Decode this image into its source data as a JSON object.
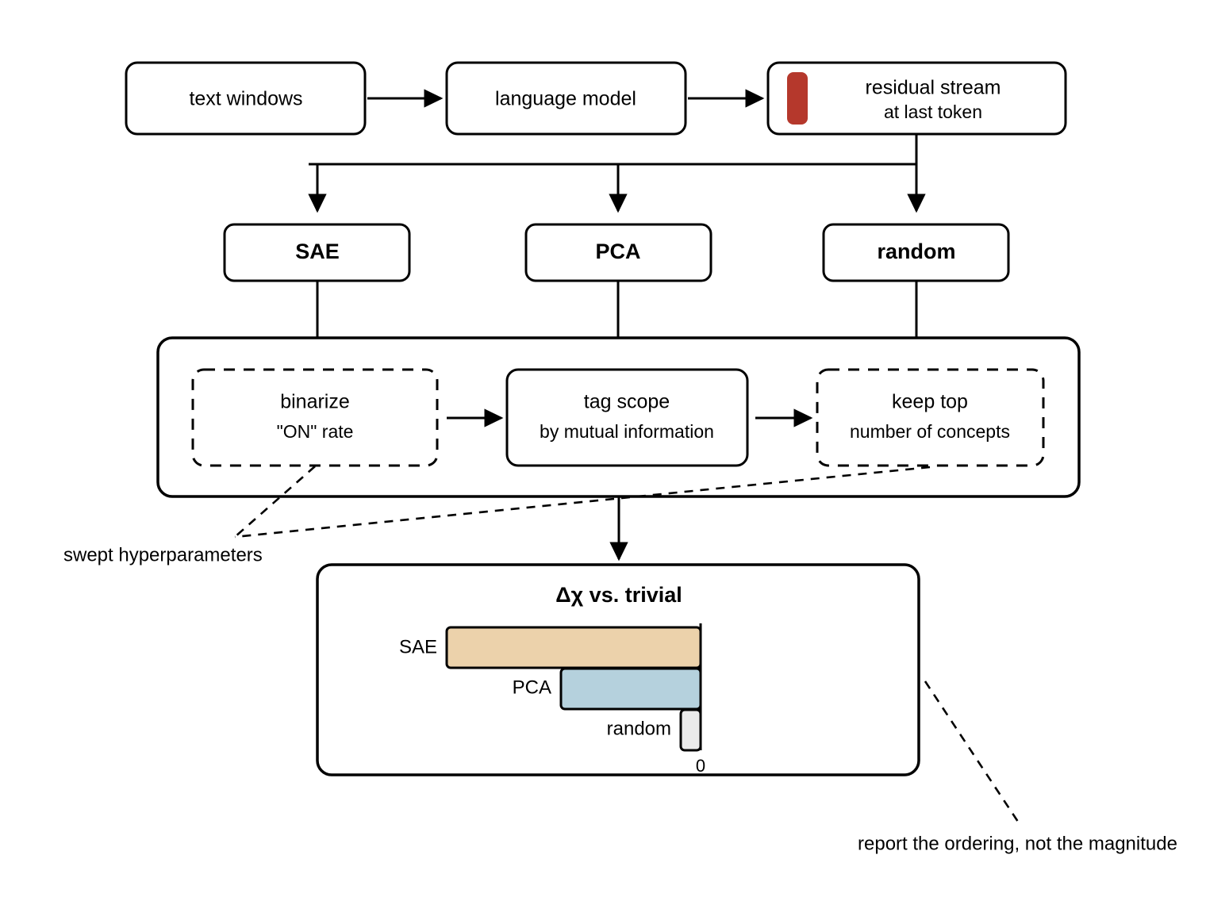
{
  "pipeline": {
    "stage_text_windows": {
      "label": "text windows"
    },
    "stage_language_model": {
      "label": "language model"
    },
    "stage_residual_stream": {
      "label": "residual stream",
      "sublabel": "at last token",
      "marker_color": "#b5382c",
      "marker_name": "residual-token-marker"
    }
  },
  "methods": [
    {
      "label": "SAE",
      "color": "#ecd2ab"
    },
    {
      "label": "PCA",
      "color": "#b5d1dd"
    },
    {
      "label": "random",
      "color": "#eaeaea"
    }
  ],
  "processing": {
    "steps": [
      {
        "label": "binarize",
        "sublabel": "\"ON\" rate",
        "style": "dashed"
      },
      {
        "label": "tag scope",
        "sublabel": "by mutual information",
        "style": "solid"
      },
      {
        "label": "keep top",
        "sublabel": "number of concepts",
        "style": "dashed"
      }
    ]
  },
  "annotations": {
    "swept": "swept hyperparameters",
    "ordering": "report the ordering, not the magnitude"
  },
  "chart_data": {
    "type": "bar",
    "orientation": "horizontal",
    "title": "Δχ vs. trivial",
    "categories": [
      "SAE",
      "PCA",
      "random"
    ],
    "values": [
      -3.2,
      -1.76,
      -0.25
    ],
    "colors": [
      "#ecd2ab",
      "#b5d1dd",
      "#eaeaea"
    ],
    "xlabel": "",
    "ylabel": "",
    "xlim": [
      -3.5,
      0
    ],
    "xticks": [
      "0"
    ],
    "grid": false,
    "legend": false,
    "note": "bars extend left from zero axis; only ordering is meaningful"
  }
}
